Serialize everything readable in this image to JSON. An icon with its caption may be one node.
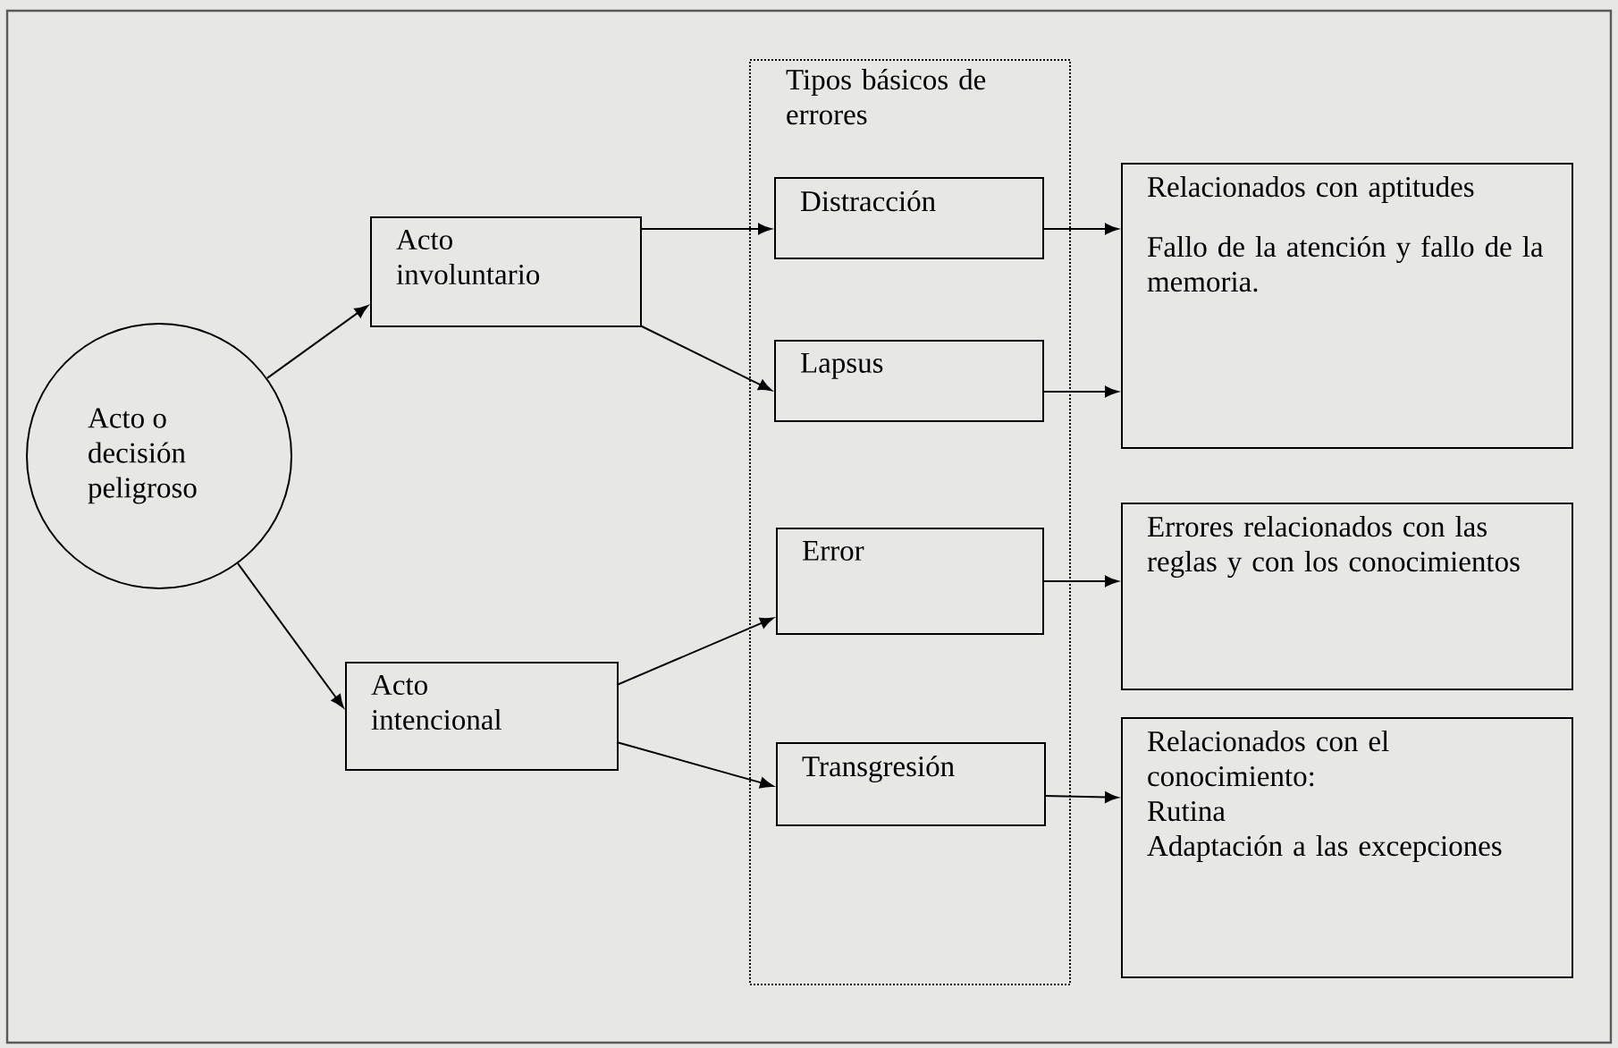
{
  "diagram": {
    "nodes": [
      {
        "text": [
          "Acto o decisión peligroso"
        ]
      },
      {
        "text": [
          "Acto involuntario"
        ]
      },
      {
        "text": [
          "Acto intencional"
        ]
      },
      {
        "text": [
          "Tipos básicos de errores"
        ]
      },
      {
        "text": [
          "Distracción"
        ],
        "in": 3
      },
      {
        "text": [
          "Lapsus"
        ],
        "in": 3
      },
      {
        "text": [
          "Error"
        ],
        "in": 3
      },
      {
        "text": [
          "Transgresión"
        ],
        "in": 3
      },
      {
        "text": [
          "Relacionados con aptitudes",
          "Fallo de la atención y fallo de la memoria."
        ]
      },
      {
        "text": [
          "Errores relacionados con las reglas y con los conocimientos"
        ]
      },
      {
        "text": [
          "Relacionados con el conocimiento:",
          "Rutina",
          "Adaptación a las excepciones"
        ]
      }
    ],
    "edges": [
      {
        "from": 0,
        "to": 1,
        "arrow": "to"
      },
      {
        "from": 0,
        "to": 2,
        "arrow": "to"
      },
      {
        "from": 1,
        "to": 4,
        "arrow": "to"
      },
      {
        "from": 1,
        "to": 5,
        "arrow": "to"
      },
      {
        "from": 2,
        "to": 6,
        "arrow": "to"
      },
      {
        "from": 2,
        "to": 7,
        "arrow": "to"
      },
      {
        "from": 4,
        "to": 8,
        "arrow": "to"
      },
      {
        "from": 5,
        "to": 8,
        "arrow": "to"
      },
      {
        "from": 6,
        "to": 9,
        "arrow": "to"
      },
      {
        "from": 7,
        "to": 10,
        "arrow": "to"
      }
    ]
  }
}
